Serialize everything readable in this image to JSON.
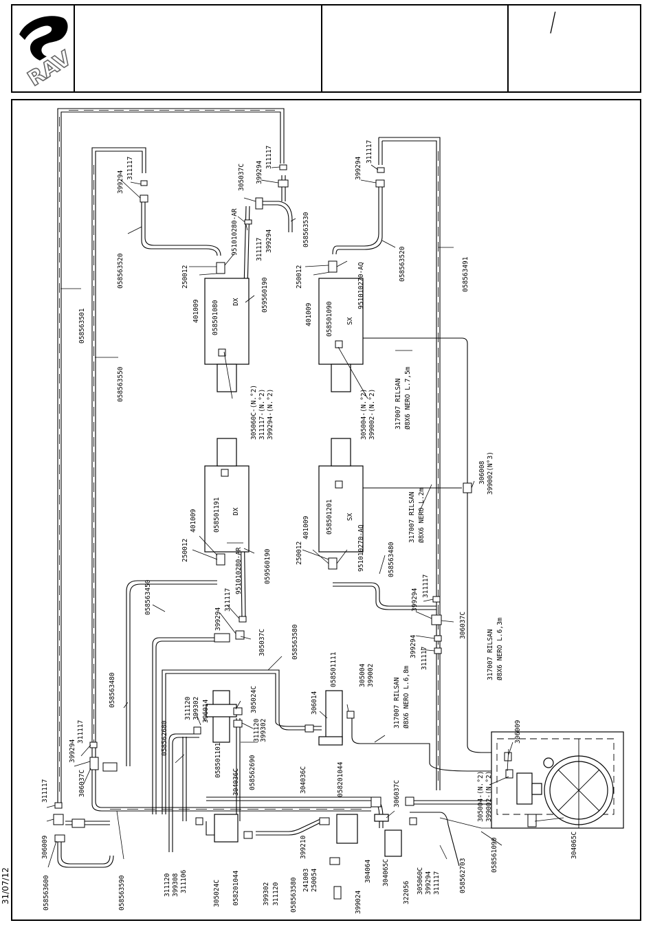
{
  "title_block": {
    "logo_text": "RAV",
    "sheet_mark": "/"
  },
  "date_stamp": "31/07/12",
  "labels": {
    "l_311117_a": "311117",
    "l_399294_a": "399294",
    "l_058563520_a": "058563520",
    "l_305037C_a": "305037C",
    "l_399294_b": "399294",
    "l_311117_b": "311117",
    "l_951010280AR_a": "951010280-AR",
    "l_311117_c": "311117",
    "l_399294_c": "399294",
    "l_058563530": "058563530",
    "l_250012_a": "250012",
    "l_401009_a": "401009",
    "l_058501080": "058501080",
    "l_DX_a": "DX",
    "l_059560190_a": "059560190",
    "l_305060C_n2": "305060C-(N.°2)",
    "l_311117_n2": "311117-(N.°2)",
    "l_399294_n2": "399294-(N.°2)",
    "l_058563501": "058563501",
    "l_058563550": "058563550",
    "l_311117_d": "311117",
    "l_399294_d": "399294",
    "l_058563520_b": "058563520",
    "l_058563491": "058563491",
    "l_250012_b": "250012",
    "l_401009_b": "401009",
    "l_058501090": "058501090",
    "l_SX_a": "SX",
    "l_951010270AQ_a": "951010270-AQ",
    "l_305004_n2": "305004-(N.°2)",
    "l_399002_n2": "399002-(N.°2)",
    "l_317007_a1": "317007 RILSAN",
    "l_317007_a2": "Ø8X6 NERO L.7,5m",
    "l_306008": "306008",
    "l_399002_n3": "399002(N°3)",
    "l_401009_c": "401009",
    "l_250012_c": "250012",
    "l_058501191": "058501191",
    "l_DX_b": "DX",
    "l_951010280AR_b": "951010280-AR",
    "l_059560190_b": "059560190",
    "l_401009_d": "401009",
    "l_250012_d": "250012",
    "l_058501201": "058501201",
    "l_SX_b": "SX",
    "l_951010270AQ_b": "951010270-AQ",
    "l_058563480_a": "058563480",
    "l_317007_b1": "317007 RILSAN",
    "l_317007_b2": "Ø8X6 NERO L.2m",
    "l_311117_e": "311117",
    "l_399294_e": "399294",
    "l_306037C_a": "306037C",
    "l_399294_f": "399294",
    "l_311117_f": "311117",
    "l_317007_c1": "317007 RILSAN",
    "l_317007_c2": "Ø8X6 NERO L.6,3m",
    "l_058563450": "058563450",
    "l_311117_g": "311117",
    "l_399294_g": "399294",
    "l_305037C_b": "305037C",
    "l_058563580_a": "058563580",
    "l_058501111": "058501111",
    "l_306014_a": "306014",
    "l_305004": "305004",
    "l_399002": "399002",
    "l_317007_d1": "317007 RILSAN",
    "l_317007_d2": "Ø8X6 NERO L.6,8m",
    "l_058563480_b": "058563480",
    "l_311120_a": "311120",
    "l_399302_a": "399302",
    "l_306014_b": "306014",
    "l_305024C_a": "305024C",
    "l_399302_b": "399302",
    "l_311120_b": "311120",
    "l_058562680": "058562680",
    "l_058501101": "058501101",
    "l_304036C_a": "304036C",
    "l_058562690": "058562690",
    "l_311117_h": "311117",
    "l_399294_h": "399294",
    "l_306037C_b": "306037C",
    "l_306009_a": "306009",
    "l_306009_b": "306009",
    "l_311117_i": "311117",
    "l_058563600": "058563600",
    "l_058563590": "058563590",
    "l_304036C_b": "304036C",
    "l_058201044_a": "058201044",
    "l_306037C_c": "306037C",
    "l_311120_c": "311120",
    "l_399308": "399308",
    "l_311106": "311106",
    "l_305024C_b": "305024C",
    "l_058201044_b": "058201044",
    "l_399302_c": "399302",
    "l_311120_d": "311120",
    "l_058563580_b": "058563580",
    "l_399210": "399210",
    "l_241003": "241003",
    "l_250054": "250054",
    "l_399024": "399024",
    "l_304064": "304064",
    "l_304065C_a": "304065C",
    "l_322056": "322056",
    "l_305060C": "305060C",
    "l_399294_i": "399294",
    "l_311117_j": "311117",
    "l_058562703": "058562703",
    "l_058561090": "058561090",
    "l_305004_n2b": "305004-(N.°2)",
    "l_399002_n2b": "399002-(N.°2)",
    "l_304065C_b": "304065C"
  }
}
